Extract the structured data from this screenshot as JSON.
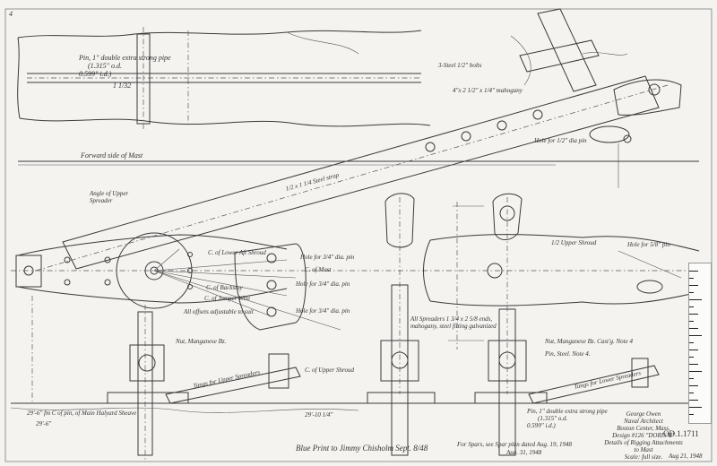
{
  "drawing": {
    "sheet_number": "OD.1.1711",
    "corner_mark": "4",
    "title_block": {
      "lines": [
        "George Owen",
        "Naval Architect",
        "Boston Center, Mass.",
        "Design #126 \"DORIS II\"",
        "Details of Rigging Attachments",
        "to Mast",
        "Scale: full size.",
        "Aug 21, 1948"
      ],
      "signature": "Aug 21, 1948"
    },
    "labels": {
      "pin_top": "Pin, 1\" double extra strong pipe",
      "pin_top_dims": "(1.315\" o.d.\n0.599\" i.d.)",
      "dim_1_1_32": "1 1/32",
      "steel_bolts": "3-Steel 1/2\" bolts",
      "through_bolts": "4\"x 2 1/2\" x 1/4\" mahogany",
      "forward_side_of_mast": "Forward side of Mast",
      "fore_stay_tangs": "1/2 x 1 1/4 Steel strap",
      "hole_note": "Hole for 1/2\" dia pin",
      "dia_pin_1": "Hole for 3/4\" dia. pin",
      "dia_pin_2": "Hole for 3/4\" dia. pin",
      "dia_pin_3": "Hole for 3/4\" dia. pin",
      "c_lower_after_shroud": "C. of Lower Aft Shroud",
      "c_backstay": "C. of Backstay",
      "c_of_mast": "C. of Mast",
      "c_of_jumper": "C. of Jumper Wire",
      "all_offsets": "All offsets adjustable to suit",
      "angle_upper_spreader": "Angle of Upper Spreader",
      "heel_dim": "29'-6\"",
      "upper_spreaders": "All Spreaders 1 3/4 x 2 5/8 ends, mahogany, steel fitting galvanized",
      "nut": "Nut, Manganese Bz.",
      "nut_note": "Nut, Manganese Bz. Cast'g. Note 4",
      "pin_steel": "Pin, Steel. Note 4.",
      "tangs_lower": "Tangs for Lower Spreaders",
      "tangs_upper": "Tangs for Upper Spreaders",
      "hole_for_pin": "Hole for 5/8\" pin",
      "pin_bottom": "Pin, 1\" double extra strong pipe",
      "pin_bottom_dims": "(1.315\" o.d.\n0.599\" i.d.)",
      "dim_bottom_left": "29'-6\" fm C of pin, of Main Halyard Sheave",
      "dim_bottom_mid": "29'-10 1/4\"",
      "blue_print": "Blue Print to Jimmy Chisholm Sept. 8/48",
      "for_spars": "For Spars, see Spar plan dated Aug. 19, 1948",
      "for_spars_2": "Aug. 31, 1948",
      "shroud_plate": "1/2 Upper Shroud",
      "lower_shroud": "C. of Upper Shroud"
    }
  }
}
